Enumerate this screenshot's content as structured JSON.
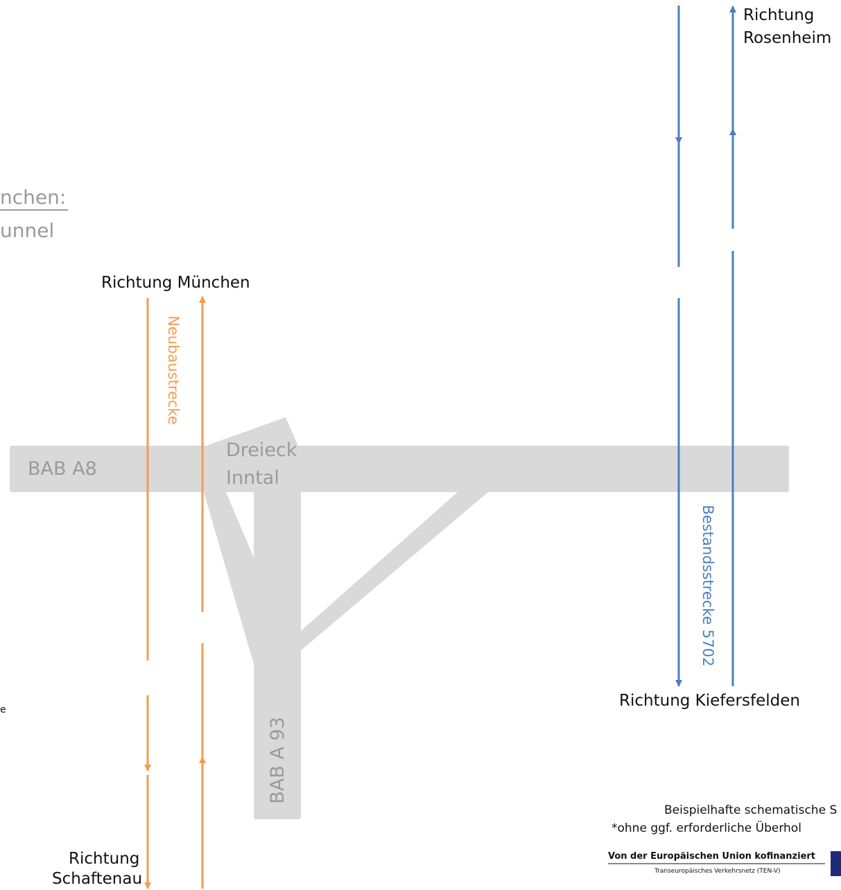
{
  "title": {
    "line1": "nchen:",
    "line2": "unnel"
  },
  "roads": {
    "a8": "BAB A8",
    "a93": "BAB A 93",
    "junction_line1": "Dreieck",
    "junction_line2": "Inntal"
  },
  "new_line": {
    "label": "Neubaustrecke",
    "direction_north": "Richtung München",
    "direction_south_line1": "Richtung",
    "direction_south_line2": "Schaftenau"
  },
  "existing_line": {
    "label": "Bestandsstrecke 5702",
    "direction_north_line1": "Richtung",
    "direction_north_line2": "Rosenheim",
    "direction_south": "Richtung Kiefersfelden"
  },
  "left_fragment": "e",
  "footnotes": {
    "line1": "Beispielhafte schematische S",
    "line2": "*ohne ggf. erforderliche Überhol"
  },
  "eu": {
    "funded": "Von der Europäischen Union kofinanziert",
    "network": "Transeuropäisches Verkehrsnetz (TEN-V)"
  },
  "colors": {
    "new_line": "#f39c4e",
    "existing_line": "#4a7fc0",
    "road": "#d9d9d9",
    "road_label": "#9a9a9a",
    "eu_flag": "#1e2b7a"
  }
}
